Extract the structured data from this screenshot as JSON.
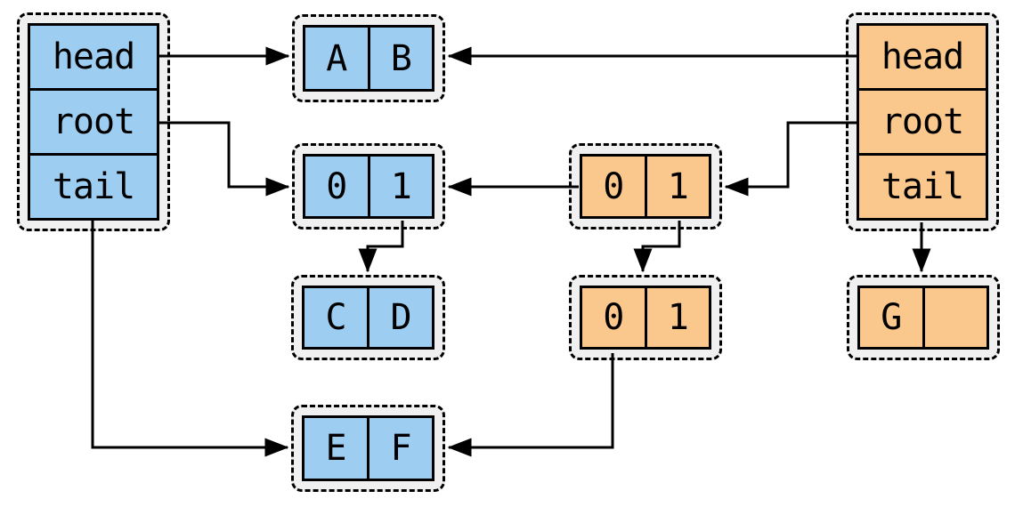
{
  "diagram": {
    "type": "linked-structure-diagram",
    "colors": {
      "blue": "#9DCEF2",
      "orange": "#FAC88C",
      "container_fill": "#F0F0F0",
      "stroke": "#000000",
      "canvas_bg": "#FFFFFF"
    },
    "nodes": {
      "left_list": {
        "color": "blue",
        "cells": [
          "head",
          "root",
          "tail"
        ]
      },
      "right_list": {
        "color": "orange",
        "cells": [
          "head",
          "root",
          "tail"
        ]
      },
      "node_ab": {
        "color": "blue",
        "cells": [
          "A",
          "B"
        ]
      },
      "node_01_blue": {
        "color": "blue",
        "cells": [
          "0",
          "1"
        ]
      },
      "node_01_orange_mid": {
        "color": "orange",
        "cells": [
          "0",
          "1"
        ]
      },
      "node_cd": {
        "color": "blue",
        "cells": [
          "C",
          "D"
        ]
      },
      "node_01_orange_low": {
        "color": "orange",
        "cells": [
          "0",
          "1"
        ]
      },
      "node_g": {
        "color": "orange",
        "cells": [
          "G",
          ""
        ]
      },
      "node_ef": {
        "color": "blue",
        "cells": [
          "E",
          "F"
        ]
      }
    },
    "edges": [
      {
        "from": "left_list.head",
        "to": "node_ab"
      },
      {
        "from": "right_list.head",
        "to": "node_ab"
      },
      {
        "from": "left_list.root",
        "to": "node_01_blue"
      },
      {
        "from": "right_list.root",
        "to": "node_01_orange_mid"
      },
      {
        "from": "node_01_orange_mid.0",
        "to": "node_01_blue"
      },
      {
        "from": "node_01_blue.1",
        "to": "node_cd"
      },
      {
        "from": "node_01_orange_mid.1",
        "to": "node_01_orange_low"
      },
      {
        "from": "right_list.tail",
        "to": "node_g"
      },
      {
        "from": "left_list.tail",
        "to": "node_ef"
      },
      {
        "from": "node_01_orange_low.0",
        "to": "node_ef"
      }
    ]
  }
}
